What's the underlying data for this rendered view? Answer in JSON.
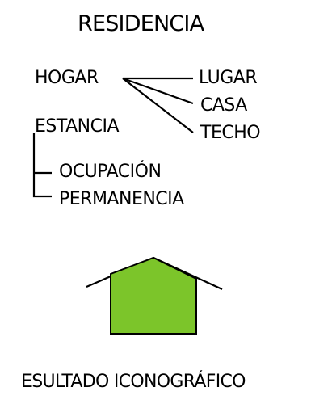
{
  "title": "RESIDENCIA",
  "root": "HOGAR",
  "root_branches": [
    "LUGAR",
    "CASA",
    "TECHO"
  ],
  "second_root": "ESTANCIA",
  "second_branches": [
    "OCUPACIÓN",
    "PERMANENCIA"
  ],
  "icon": {
    "name": "house-icon",
    "fill_color": "#7cc52a",
    "stroke_color": "#000000"
  },
  "footer": "ESULTADO ICONOGRÁFICO"
}
